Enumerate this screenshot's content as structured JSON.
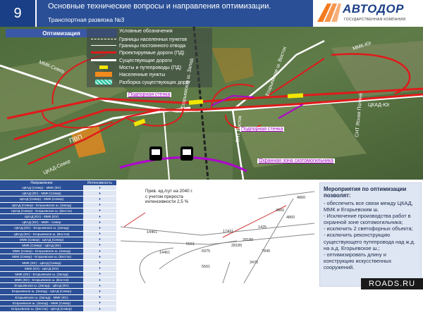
{
  "header": {
    "slide_number": "9",
    "title": "Основные технические вопросы и направления оптимизации.",
    "subtitle": "Транспортная развязка №3"
  },
  "logo": {
    "name": "АВТОДОР",
    "tagline": "ГОСУДАРСТВЕННАЯ КОМПАНИЯ",
    "icon": "road-logo-icon"
  },
  "map": {
    "section_tag": "Оптимизация",
    "legend": {
      "title": "Условные обозначения",
      "items": [
        "Границы населенных пунктов",
        "Границы постоянного отвода",
        "Проектируемые дороги (ПД)",
        "Существующие дороги",
        "Мосты и путепроводы (ПД)",
        "Населенные пункты",
        "Разборка существующих дорог"
      ]
    },
    "labels": {
      "podpornaya_1": "Подпорная стенка",
      "podpornaya_2": "Подпорная стенка",
      "okhrannaya": "Охранная зона скотомогильника",
      "mmk_sever": "ММК-Север",
      "mmk_yug": "ММК-Юг",
      "ckad_sever": "ЦКАД-Север",
      "ckad_yug": "ЦКАД-Юг",
      "egor_zapad": "Егорьевское ш. Запад",
      "egor_vostok": "Егорьевское ш. Восток",
      "snt_vostok": "СНТ Восток",
      "snt_yasn": "СНТ Ясная Поляна",
      "pvp": "ПВП"
    },
    "colors": {
      "design_road": "#e01a1a",
      "existing_road": "#ffffff",
      "bridge": "#f2e600",
      "settlement": "#f08a1c",
      "purple": "#b000d0"
    }
  },
  "table": {
    "columns": [
      "Направление",
      "Интенсивность"
    ],
    "rows": [
      {
        "dir": "ЦКАД (Север) - ММК (Юг)",
        "val": "♦"
      },
      {
        "dir": "ЦКАД (Юг) - ММК (Север)",
        "val": "♦"
      },
      {
        "dir": "ЦКАД (Север) - ММК (Север)",
        "val": "♦"
      },
      {
        "dir": "ЦКАД (Север) - Егорьевское ш. (Запад)",
        "val": "♦"
      },
      {
        "dir": "ЦКАД (Север) - Егорьевское ш. (Восток)",
        "val": "♦"
      },
      {
        "dir": "ЦКАД (Юг) - ММК (Юг)",
        "val": "♦"
      },
      {
        "dir": "ЦКАД (Юг) - ММК - Север",
        "val": "♦"
      },
      {
        "dir": "ЦКАД (Юг) - Егорьевское ш. (Запад)",
        "val": "♦"
      },
      {
        "dir": "ЦКАД (Юг) - Егорьевское ш. (Восток)",
        "val": "♦"
      },
      {
        "dir": "ММК (Север) - ЦКАД (Север)",
        "val": "♦"
      },
      {
        "dir": "ММК (Север) - ЦКАД (Юг)",
        "val": "♦"
      },
      {
        "dir": "ММК (Север) - Егорьевское ш. (Запад)",
        "val": "♦"
      },
      {
        "dir": "ММК (Север) - Егорьевское ш. (Восток)",
        "val": "♦"
      },
      {
        "dir": "ММК (Юг) - ЦКАД (Север)",
        "val": "♦"
      },
      {
        "dir": "ММК (Юг) - ЦКАД (Юг)",
        "val": "♦"
      },
      {
        "dir": "ММК (Юг) - Егорьевское ш. (Запад)",
        "val": "♦"
      },
      {
        "dir": "ММК (Юг) - Егорьевское ш. (Восток)",
        "val": "♦"
      },
      {
        "dir": "Егорьевское ш. (Запад) - ЦКАД (Юг)",
        "val": "♦"
      },
      {
        "dir": "Егорьевское ш. (Запад) - ЦКАД (Север)",
        "val": "♦"
      },
      {
        "dir": "Егорьевское ш. (Запад) - ММК (Юг)",
        "val": "♦"
      },
      {
        "dir": "Егорьевское ш. (Запад) - ММК (Север)",
        "val": "♦"
      },
      {
        "dir": "Егорьевское ш. (Восток) - ЦКАД (Север)",
        "val": "♦"
      }
    ]
  },
  "diagram": {
    "note_lines": [
      "Прив. ед./сут на 2040 г.",
      "с учетом прироста",
      "интенсивности 2,5 %"
    ],
    "values": [
      "14461",
      "14461",
      "4860",
      "4860",
      "17421",
      "5561",
      "6975",
      "28185",
      "28185",
      "1425",
      "3475",
      "7840",
      "5561",
      "4860"
    ]
  },
  "measures": {
    "title": "Мероприятия по оптимизации позволят:",
    "items": [
      "- обеспечить все связи между ЦКАД, ММК и Егорьевским ш.",
      "- Исключение производства работ в охранной зоне скотомогильника;",
      "- исключить 2 светофорных объекта;",
      "- исключить реконструкцию существующего путепровода над ж.д. на а.д. Егорьевское ш.;",
      "- оптимизировать длину и конструкцию искусственных сооружений."
    ]
  },
  "watermark": "ROADS.RU"
}
